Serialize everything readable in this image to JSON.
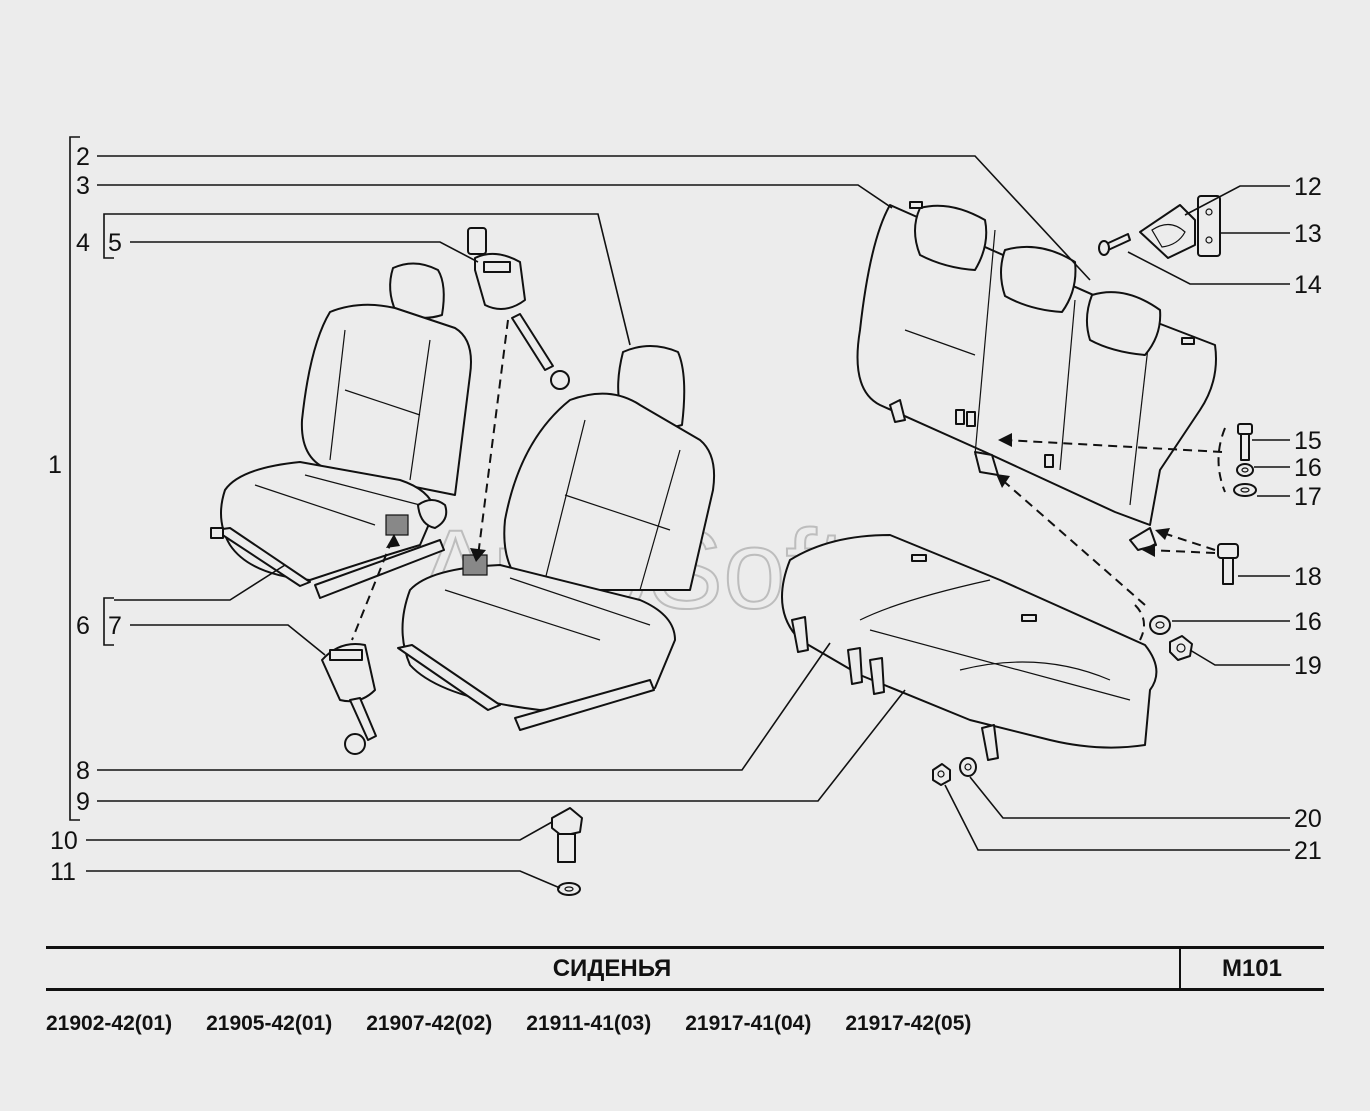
{
  "callouts": {
    "c1": "1",
    "c2": "2",
    "c3": "3",
    "c4": "4",
    "c5": "5",
    "c6": "6",
    "c7": "7",
    "c8": "8",
    "c9": "9",
    "c10": "10",
    "c11": "11",
    "c12": "12",
    "c13": "13",
    "c14": "14",
    "c15": "15",
    "c16a": "16",
    "c16b": "16",
    "c17": "17",
    "c18": "18",
    "c19": "19",
    "c20": "20",
    "c21": "21"
  },
  "watermark": "AutoSoft",
  "title_block": {
    "title": "СИДЕНЬЯ",
    "code": "M101"
  },
  "models": [
    "21902-42(01)",
    "21905-42(01)",
    "21907-42(02)",
    "21911-41(03)",
    "21917-41(04)",
    "21917-42(05)"
  ],
  "colors": {
    "background": "#ececec",
    "ink": "#111111",
    "watermark": "#bdbdbd"
  }
}
